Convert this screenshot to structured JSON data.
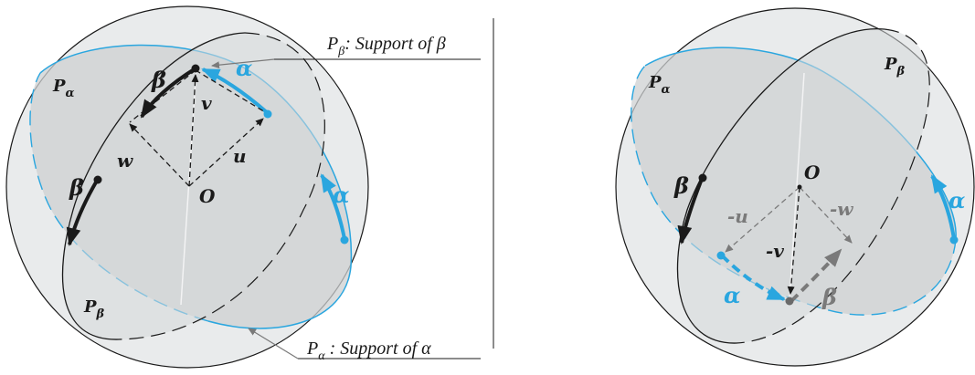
{
  "colors": {
    "black": "#1a1a1a",
    "blue": "#2aa6df",
    "gray": "#7a7a7a",
    "sphere_fill": "#e9ebec",
    "plane_alpha": "#cdd0d2",
    "plane_beta": "#d6d8da"
  },
  "left": {
    "annotation_beta_prefix": "P",
    "annotation_beta_sub": "β",
    "annotation_beta_text": ": Support of β",
    "annotation_alpha_prefix": "P",
    "annotation_alpha_sub": "α",
    "annotation_alpha_text": " : Support of α",
    "label_P": "P",
    "sub_alpha": "α",
    "sub_beta": "β",
    "label_alpha": "α",
    "label_beta": "β",
    "label_u": "u",
    "label_v": "v",
    "label_w": "w",
    "label_O": "O"
  },
  "right": {
    "label_P": "P",
    "sub_alpha": "α",
    "sub_beta": "β",
    "label_alpha": "α",
    "label_beta": "β",
    "label_O": "O",
    "label_neg_u": "-u",
    "label_neg_v": "-v",
    "label_neg_w": "-w"
  }
}
